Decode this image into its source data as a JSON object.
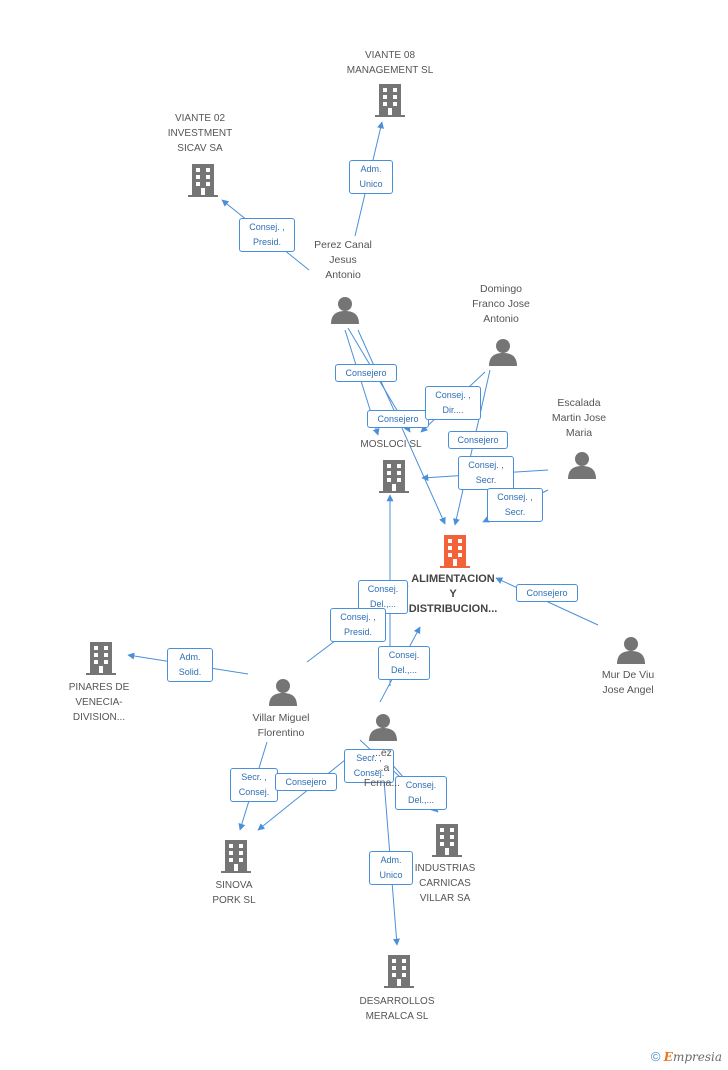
{
  "colors": {
    "edge": "#4a90d9",
    "node": "#757575",
    "focus": "#f4623a"
  },
  "nodes": [
    {
      "id": "viante08",
      "type": "company",
      "label": "VIANTE 08\nMANAGEMENT SL"
    },
    {
      "id": "viante02",
      "type": "company",
      "label": "VIANTE 02\nINVESTMENT\nSICAV SA"
    },
    {
      "id": "perez",
      "type": "person",
      "label": "Perez Canal\nJesus\nAntonio"
    },
    {
      "id": "domingo",
      "type": "person",
      "label": "Domingo\nFranco Jose\nAntonio"
    },
    {
      "id": "escalada",
      "type": "person",
      "label": "Escalada\nMartin Jose\nMaria"
    },
    {
      "id": "mosloci",
      "type": "company",
      "label": "MOSLOCI SL"
    },
    {
      "id": "alimentacion",
      "type": "focus",
      "label": "ALIMENTACION\nY\nDISTRIBUCION..."
    },
    {
      "id": "murdeviu",
      "type": "person",
      "label": "Mur De Viu\nJose Angel"
    },
    {
      "id": "pinares",
      "type": "company",
      "label": "PINARES DE\nVENECIA-\nDIVISION..."
    },
    {
      "id": "villar",
      "type": "person",
      "label": "Villar Miguel\nFlorentino"
    },
    {
      "id": "fernandez",
      "type": "person",
      "label": "...ez\n...a\nFerna..."
    },
    {
      "id": "sinova",
      "type": "company",
      "label": "SINOVA\nPORK SL"
    },
    {
      "id": "industrias",
      "type": "company",
      "label": "INDUSTRIAS\nCARNICAS\nVILLAR SA"
    },
    {
      "id": "desarrollos",
      "type": "company",
      "label": "DESARROLLOS\nMERALCA SL"
    }
  ],
  "edges": [
    {
      "label": "Adm.\nUnico"
    },
    {
      "label": "Consej. ,\nPresid."
    },
    {
      "label": "Consejero"
    },
    {
      "label": "Consejero"
    },
    {
      "label": "Consej. ,\nDir...."
    },
    {
      "label": "Consejero"
    },
    {
      "label": "Consej. ,\nSecr."
    },
    {
      "label": "Consej. ,\nSecr."
    },
    {
      "label": "Consejero"
    },
    {
      "label": "Consej.\nDel.,..."
    },
    {
      "label": "Consej. ,\nPresid."
    },
    {
      "label": "Consej.\nDel.,..."
    },
    {
      "label": "Adm.\nSolid."
    },
    {
      "label": "Secr. ,\nConsej."
    },
    {
      "label": "Consejero"
    },
    {
      "label": "Secr. ,\nConsej."
    },
    {
      "label": "Consej.\nDel.,..."
    },
    {
      "label": "Adm.\nUnico"
    }
  ],
  "footer": {
    "copyright": "©",
    "brand_first": "E",
    "brand_rest": "mpresia"
  }
}
